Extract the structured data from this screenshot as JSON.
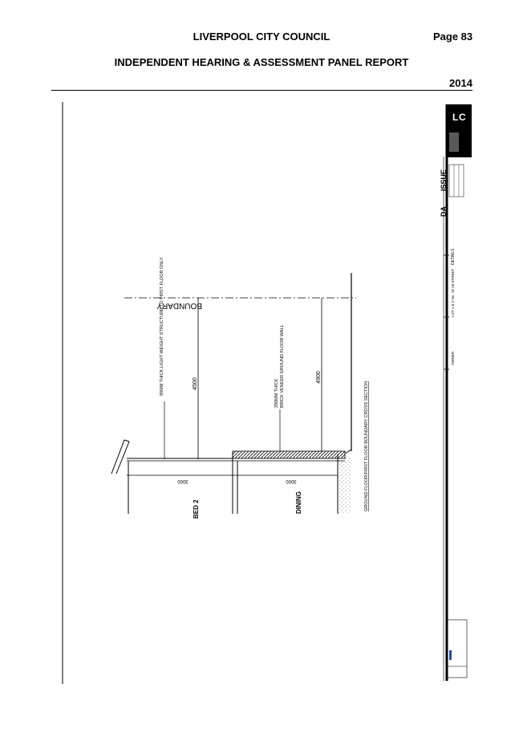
{
  "header": {
    "council": "LIVERPOOL CITY COUNCIL",
    "page": "Page 83",
    "report": "INDEPENDENT HEARING & ASSESSMENT PANEL REPORT",
    "year": "2014"
  },
  "drawing": {
    "boundary": "BOUNDARY",
    "note_lightweight": "90MM THICK LIGHT WEIGHT STRUCTURE TO FIRST FLOOR ONLY",
    "note_brick_1": "290MM THICK",
    "note_brick_2": "BRICK VENEER GROUND FLOOR WALL",
    "dim_4500": "4500",
    "dim_4900": "4900",
    "dim_3000_a": "3000",
    "dim_3000_b": "3000",
    "room_bed2": "BED 2",
    "room_dining": "DINING",
    "section_title": "GROUND FLOOR/FIRST FLOOR BOUNDARY CROSS SECTION",
    "title_block": {
      "issue": "ISSUE",
      "da": "DA",
      "detail": "DETAILS",
      "address": "LOT 1 & 2 No. 18  18 STREET",
      "client": "OWNER"
    }
  }
}
